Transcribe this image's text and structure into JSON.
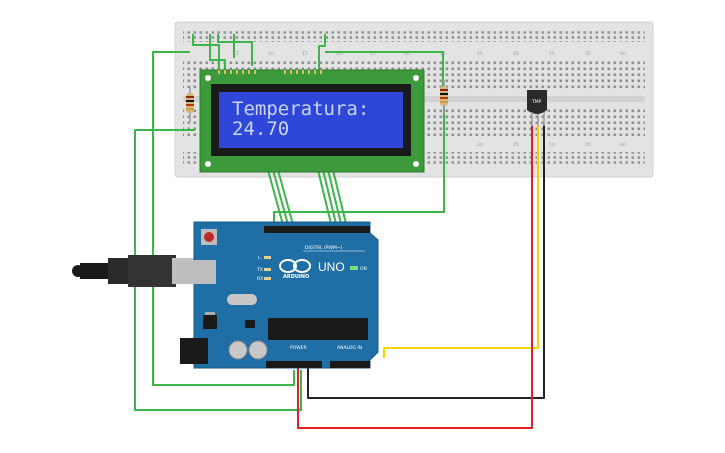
{
  "lcd": {
    "line1": "Temperatura:",
    "line2": "24.70"
  },
  "arduino": {
    "brand": "ARDUINO",
    "model": "UNO",
    "digital_label": "DIGITAL (PWM~)",
    "power_label": "POWER",
    "analog_label": "ANALOG IN",
    "on_label": "ON",
    "tx_label": "TX",
    "rx_label": "RX",
    "l_label": "L"
  },
  "sensor": {
    "label": "TMP"
  },
  "breadboard": {
    "column_numbers": [
      "5",
      "10",
      "15",
      "20",
      "25",
      "30",
      "35",
      "40",
      "45",
      "50",
      "55",
      "60"
    ]
  },
  "colors": {
    "wire_green": "#3cb54a",
    "wire_red": "#e02020",
    "wire_yellow": "#f2d400",
    "wire_black": "#222222",
    "pcb_blue": "#1f6fa6",
    "lcd_screen": "#2f47d8",
    "lcd_pcb": "#3d9a3a"
  }
}
